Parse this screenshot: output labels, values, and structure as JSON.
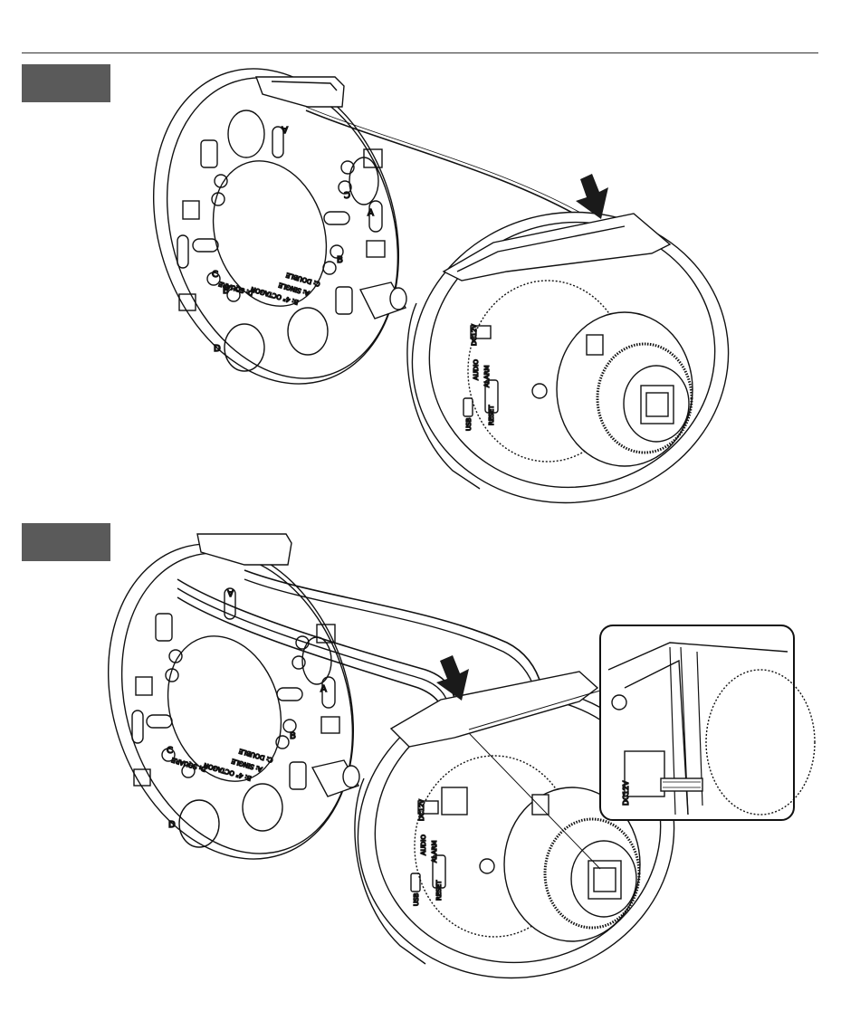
{
  "page": {
    "step1_tab_text": "",
    "step2_tab_text": ""
  },
  "figure1": {
    "plate_labels": {
      "a_single": "A: SINGLE",
      "b_octagon": "B: 4\" OCTAGON",
      "c_double": "C: DOUBLE",
      "d_square": "D: SQUARE",
      "hole_a": "A",
      "hole_b": "B",
      "hole_c": "C",
      "hole_d": "D"
    },
    "camera_labels": {
      "dc12v": "DC12V",
      "audio": "AUDIO",
      "alarm": "ALARM",
      "reset": "RESET",
      "usb": "USB"
    }
  },
  "figure2": {
    "plate_labels": {
      "a_single": "A: SINGLE",
      "b_octagon": "B: 4\" OCTAGON",
      "c_double": "C: DOUBLE",
      "d_square": "D: SQUARE",
      "hole_a": "A",
      "hole_b": "B",
      "hole_c": "C",
      "hole_d": "D"
    },
    "camera_labels": {
      "dc12v": "DC12V",
      "audio": "AUDIO",
      "alarm": "ALARM",
      "reset": "RESET",
      "usb": "USB"
    },
    "inset_labels": {
      "dc12v": "DC12V"
    }
  }
}
